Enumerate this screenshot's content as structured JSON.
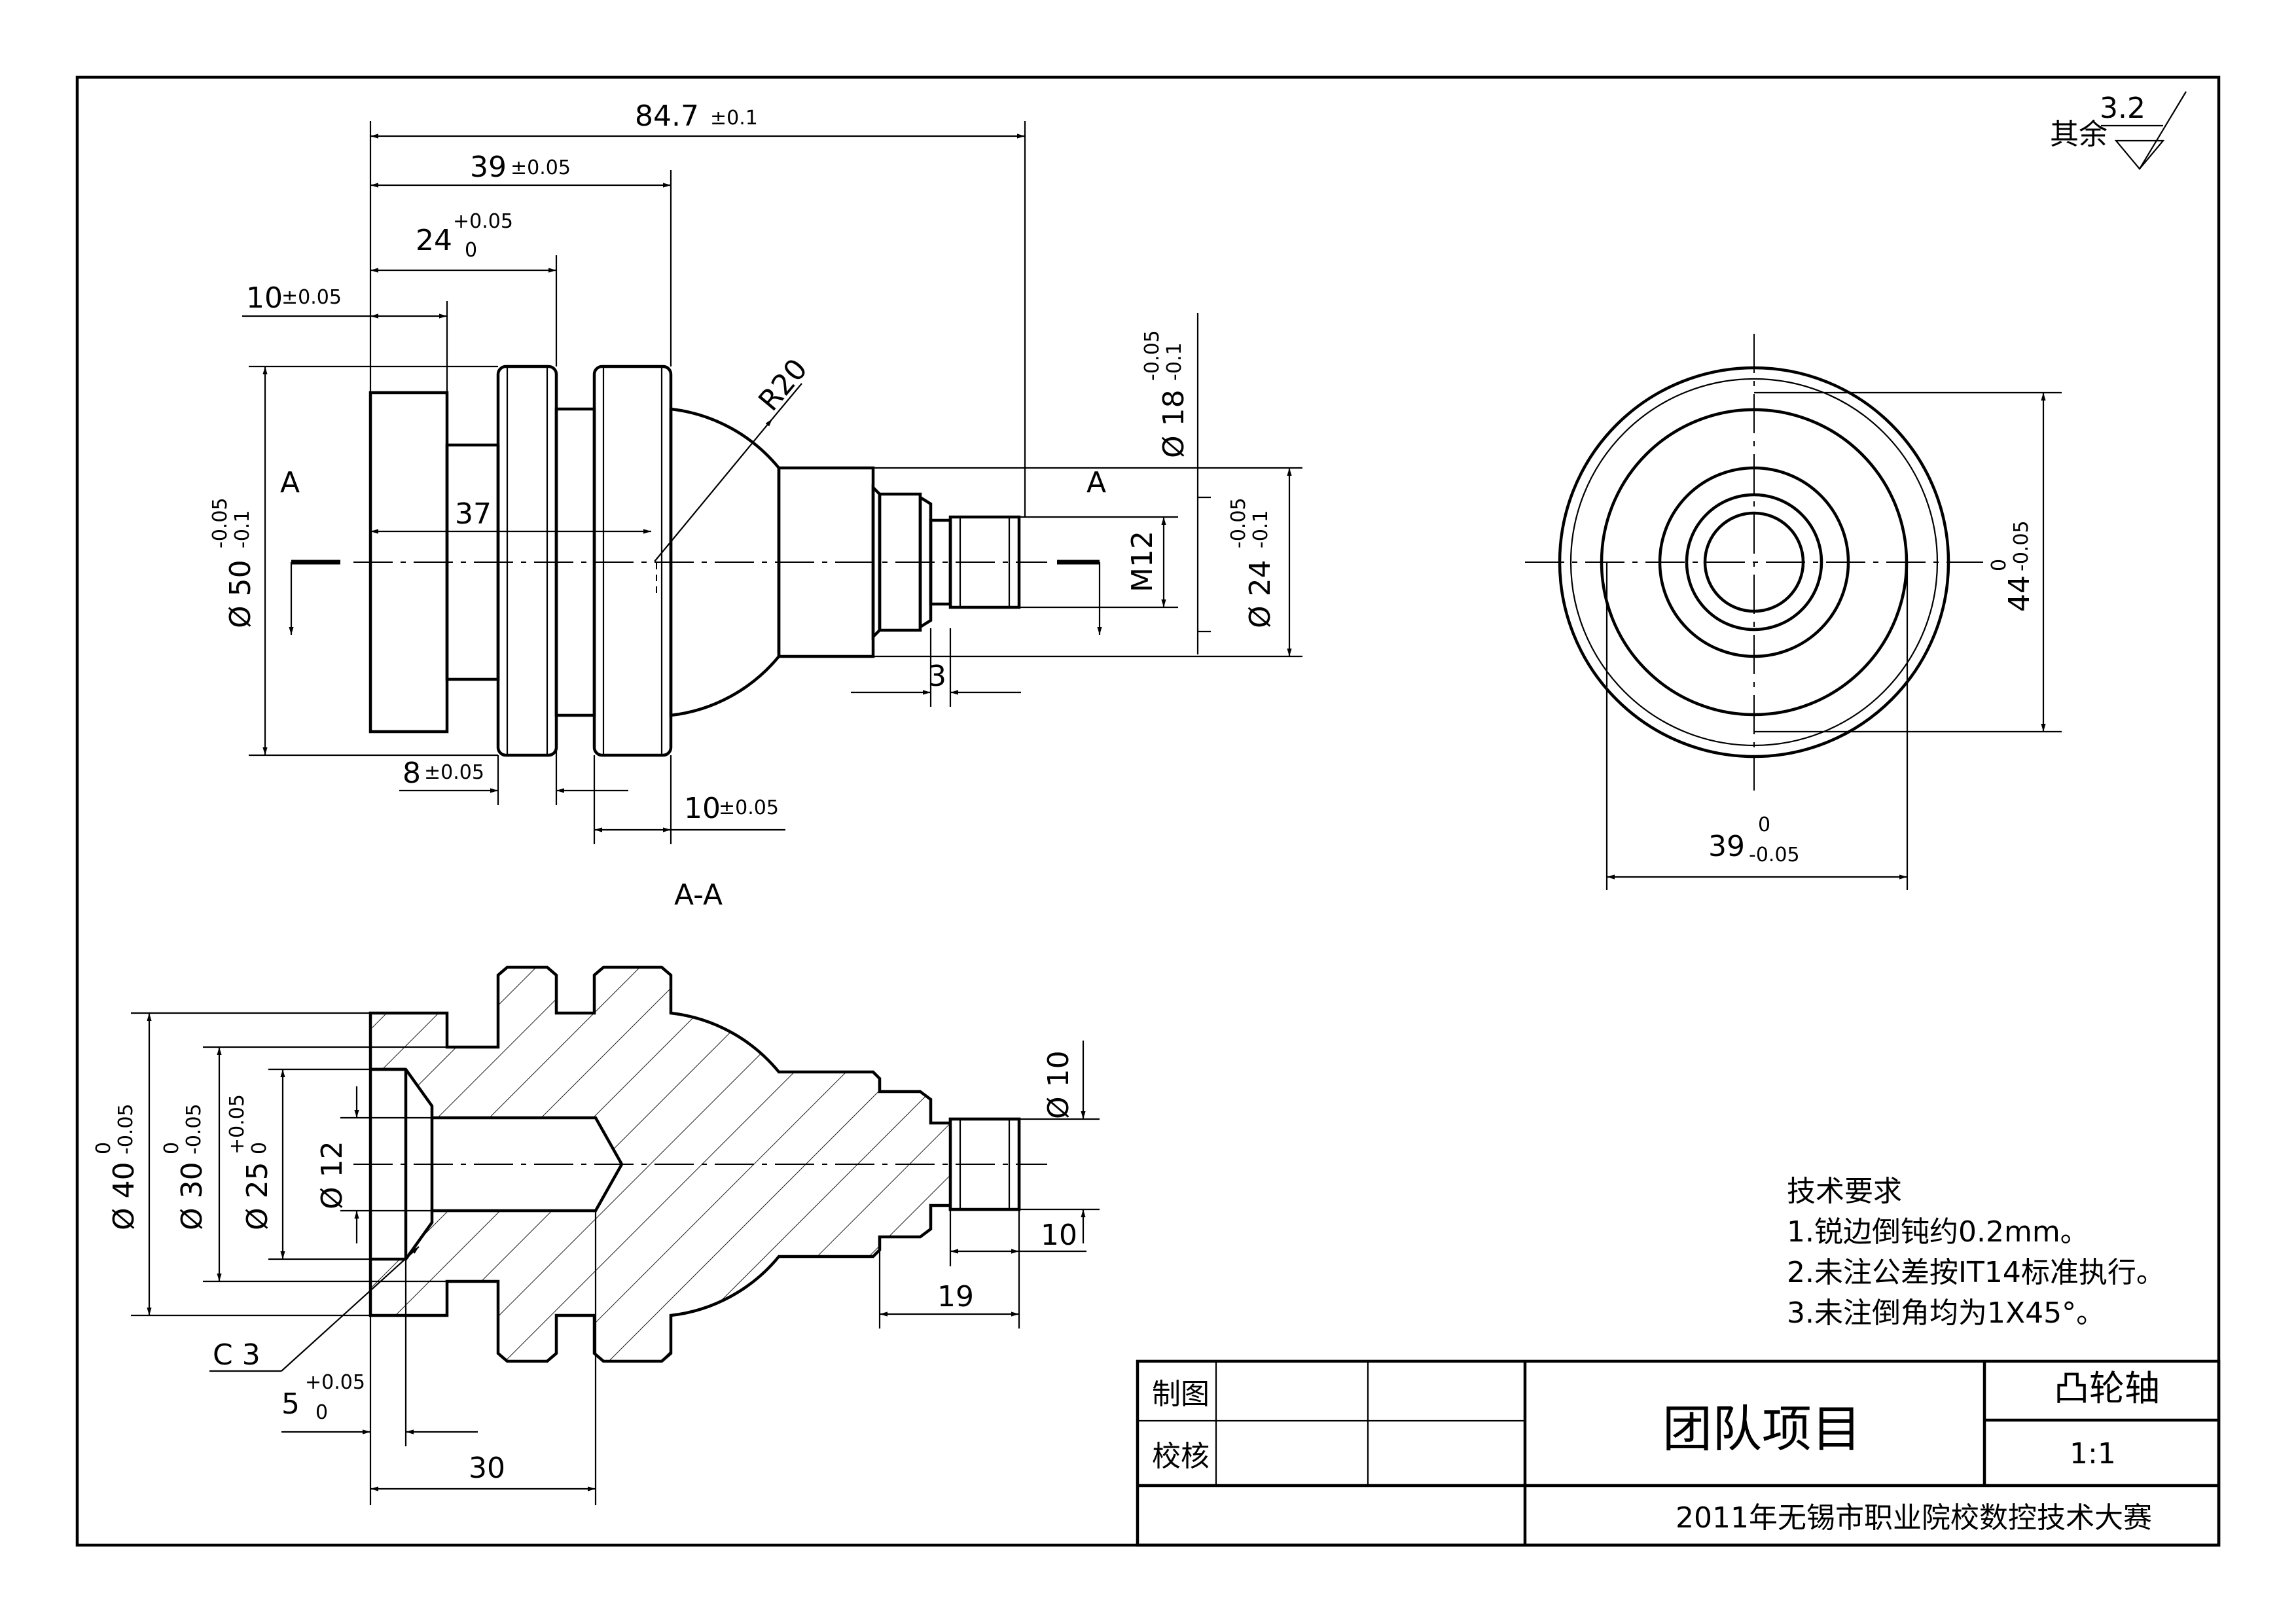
{
  "roughness": {
    "label": "其余",
    "value": "3.2"
  },
  "section_view_label": "A-A",
  "section_marks": [
    "A",
    "A"
  ],
  "dims_front": {
    "overall": "84.7",
    "overall_tol": "±0.1",
    "d39": "39",
    "d39_tol": "±0.05",
    "d24": "24",
    "d24_tol_upper": "+0.05",
    "d24_tol_lower": "0",
    "d10": "10",
    "d10_tol": "±0.05",
    "d37": "37",
    "r20": "R20",
    "phi50": "Ø 50",
    "phi50_tol_upper": "-0.05",
    "phi50_tol_lower": "-0.1",
    "phi18": "Ø 18",
    "phi18_tol_upper": "-0.05",
    "phi18_tol_lower": "-0.1",
    "m12": "M12",
    "phi24": "Ø 24",
    "phi24_tol_upper": "-0.05",
    "phi24_tol_lower": "-0.1",
    "d3": "3",
    "d8": "8",
    "d8_tol": "±0.05",
    "d10b": "10",
    "d10b_tol": "±0.05"
  },
  "dims_side": {
    "h44": "44",
    "h44_tol_upper": "0",
    "h44_tol_lower": "-0.05",
    "w39": "39",
    "w39_tol_upper": "0",
    "w39_tol_lower": "-0.05"
  },
  "dims_section": {
    "phi40": "Ø 40",
    "phi40_tol_upper": "0",
    "phi40_tol_lower": "-0.05",
    "phi30": "Ø 30",
    "phi30_tol_upper": "0",
    "phi30_tol_lower": "-0.05",
    "phi25": "Ø 25",
    "phi25_tol_upper": "+0.05",
    "phi25_tol_lower": "0",
    "phi12": "Ø 12",
    "phi10": "Ø 10",
    "d10": "10",
    "d19": "19",
    "c3": "C 3",
    "d5": "5",
    "d5_tol_upper": "+0.05",
    "d5_tol_lower": "0",
    "d30": "30"
  },
  "tech_requirements": {
    "title": "技术要求",
    "items": [
      "1.锐边倒钝约0.2mm。",
      "2.未注公差按IT14标准执行。",
      "3.未注倒角均为1X45°。"
    ]
  },
  "title_block": {
    "drawn_label": "制图",
    "checked_label": "校核",
    "project": "团队项目",
    "part_name": "凸轮轴",
    "scale": "1:1",
    "competition": "2011年无锡市职业院校数控技术大赛"
  }
}
